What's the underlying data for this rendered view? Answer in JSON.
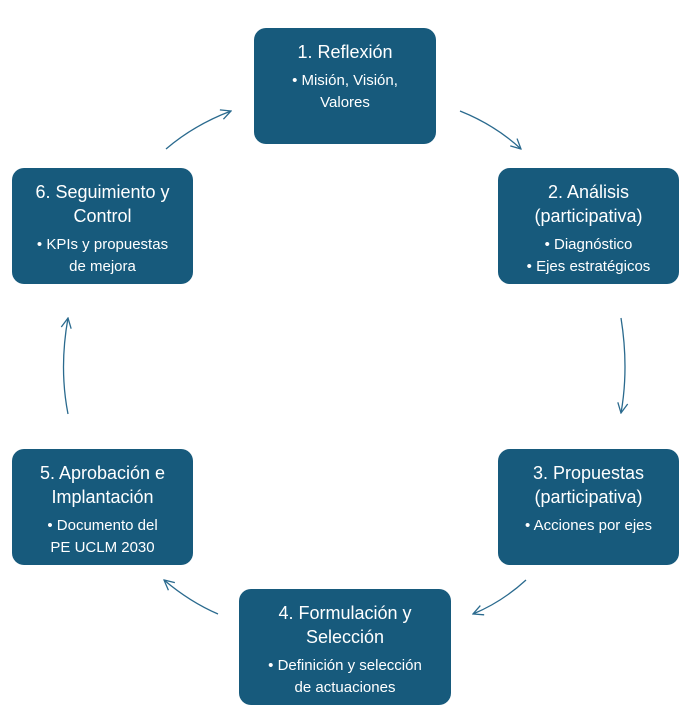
{
  "diagram": {
    "accent_color": "#175a7c",
    "arrow_color": "#2a6a8e",
    "steps": [
      {
        "title": "1. Reflexión",
        "bullets": [
          "• Misión, Visión,",
          "Valores"
        ]
      },
      {
        "title": "2. Análisis",
        "subtitle": "(participativa)",
        "bullets": [
          "• Diagnóstico",
          "• Ejes estratégicos"
        ]
      },
      {
        "title": "3. Propuestas",
        "subtitle": "(participativa)",
        "bullets": [
          "• Acciones por ejes"
        ]
      },
      {
        "title": "4. Formulación y",
        "subtitle": "Selección",
        "bullets": [
          "• Definición y selección",
          "de actuaciones"
        ]
      },
      {
        "title": "5. Aprobación e",
        "subtitle": "Implantación",
        "bullets": [
          "• Documento del",
          "PE UCLM 2030"
        ]
      },
      {
        "title": "6. Seguimiento y",
        "subtitle": "Control",
        "bullets": [
          "• KPIs y propuestas",
          "de mejora"
        ]
      }
    ]
  }
}
